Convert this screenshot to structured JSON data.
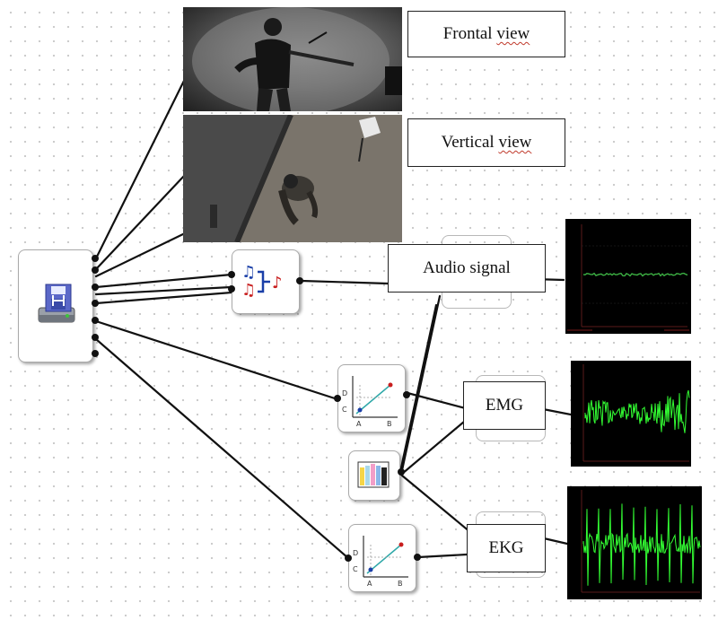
{
  "labels": {
    "frontal_prefix": "Frontal ",
    "frontal_word": "view",
    "vertical_prefix": "Vertical ",
    "vertical_word": "view",
    "audio": "Audio signal",
    "emg": "EMG",
    "ekg": "EKG"
  },
  "icons": {
    "source": "disk-drive-icon",
    "audio_merge": "music-notes-merge-icon",
    "plot_emg": "line-plot-icon",
    "plot_ekg": "line-plot-icon",
    "colormap": "color-bars-icon"
  },
  "colors": {
    "signal_green": "#33ff33",
    "audio_trace": "#3cb043",
    "node_border": "#aaaaaa",
    "wire": "#111111"
  }
}
